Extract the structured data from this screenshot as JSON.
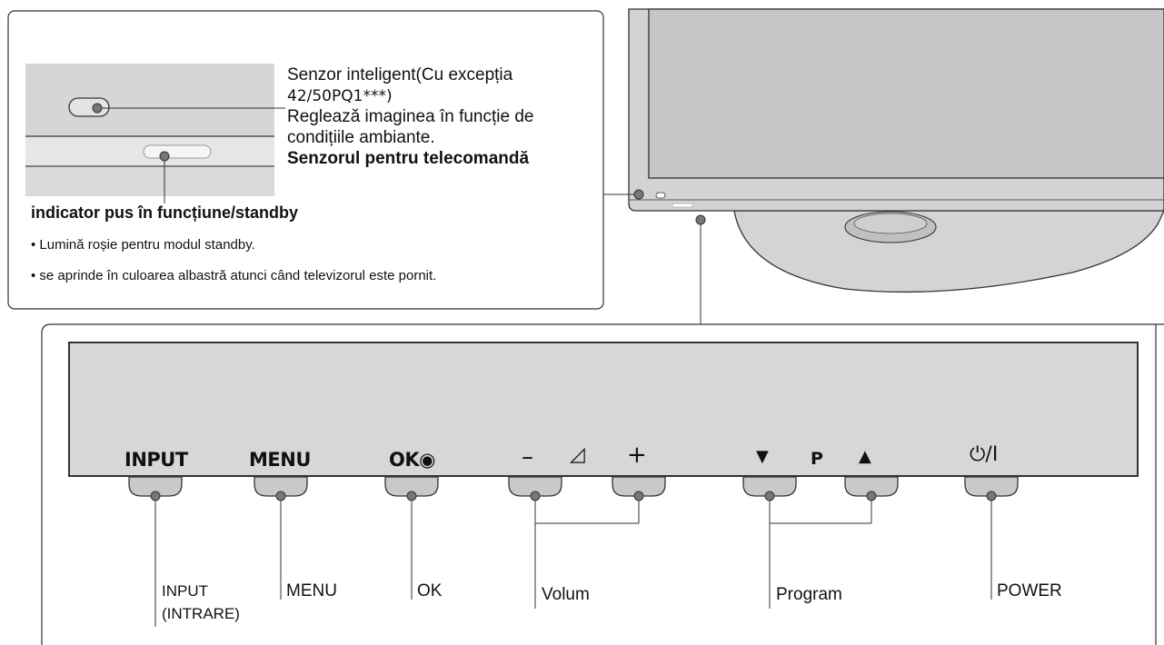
{
  "sensor_panel": {
    "smart_sensor_title": "Senzor inteligent(",
    "smart_sensor_except": "Cu excepția",
    "smart_sensor_models": "42/50PQ1***)",
    "smart_sensor_desc_1": "Reglează imaginea în funcție de",
    "smart_sensor_desc_2": "condițiile ambiante.",
    "remote_sensor_label": "Senzorul pentru telecomandă",
    "indicator_title": "indicator pus în funcțiune/standby",
    "indicator_bullet_1": "• Lumină roșie pentru modul standby.",
    "indicator_bullet_2": "• se aprinde în culoarea albastră atunci când televizorul este pornit."
  },
  "control_panel": {
    "buttons": [
      {
        "label": "INPUT"
      },
      {
        "label": "MENU"
      },
      {
        "label": "OK◉"
      },
      {
        "label": "–"
      },
      {
        "label": "◿"
      },
      {
        "label": "+"
      },
      {
        "label": "▼"
      },
      {
        "label": "P"
      },
      {
        "label": "▲"
      },
      {
        "label": "⏻/I"
      }
    ],
    "callouts": {
      "input_1": "INPUT",
      "input_2": "(INTRARE)",
      "menu": "MENU",
      "ok": "OK",
      "volume": "Volum",
      "program": "Program",
      "power": "POWER"
    }
  },
  "colors": {
    "panel_gray": "#d7d7d7",
    "bezel_gray": "#cfcfcf",
    "screen_gray": "#c6c6c6",
    "stroke": "#333333",
    "dot": "#777777"
  }
}
